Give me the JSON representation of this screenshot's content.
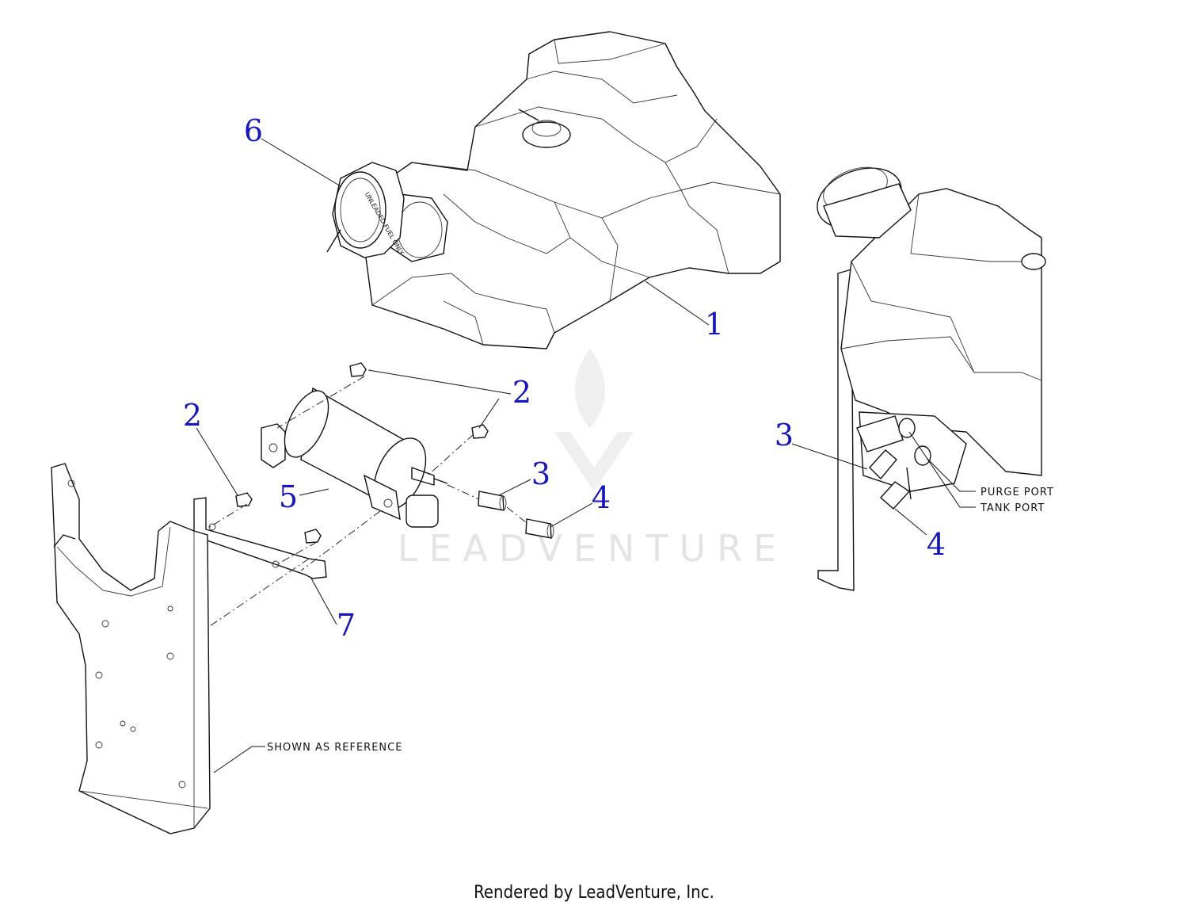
{
  "callouts": [
    {
      "id": "1",
      "label": "1"
    },
    {
      "id": "2a",
      "label": "2"
    },
    {
      "id": "2b",
      "label": "2"
    },
    {
      "id": "3a",
      "label": "3"
    },
    {
      "id": "4a",
      "label": "4"
    },
    {
      "id": "5",
      "label": "5"
    },
    {
      "id": "6",
      "label": "6"
    },
    {
      "id": "7",
      "label": "7"
    },
    {
      "id": "3b",
      "label": "3"
    },
    {
      "id": "4b",
      "label": "4"
    }
  ],
  "notes": {
    "purge_port": "PURGE PORT",
    "tank_port": "TANK PORT",
    "shown_as_reference": "SHOWN AS REFERENCE"
  },
  "watermark": "LEADVENTURE",
  "footer": "Rendered by LeadVenture, Inc.",
  "colors": {
    "callout": "#1515c8",
    "lines": "#111111",
    "watermark": "#e4e4e4"
  }
}
